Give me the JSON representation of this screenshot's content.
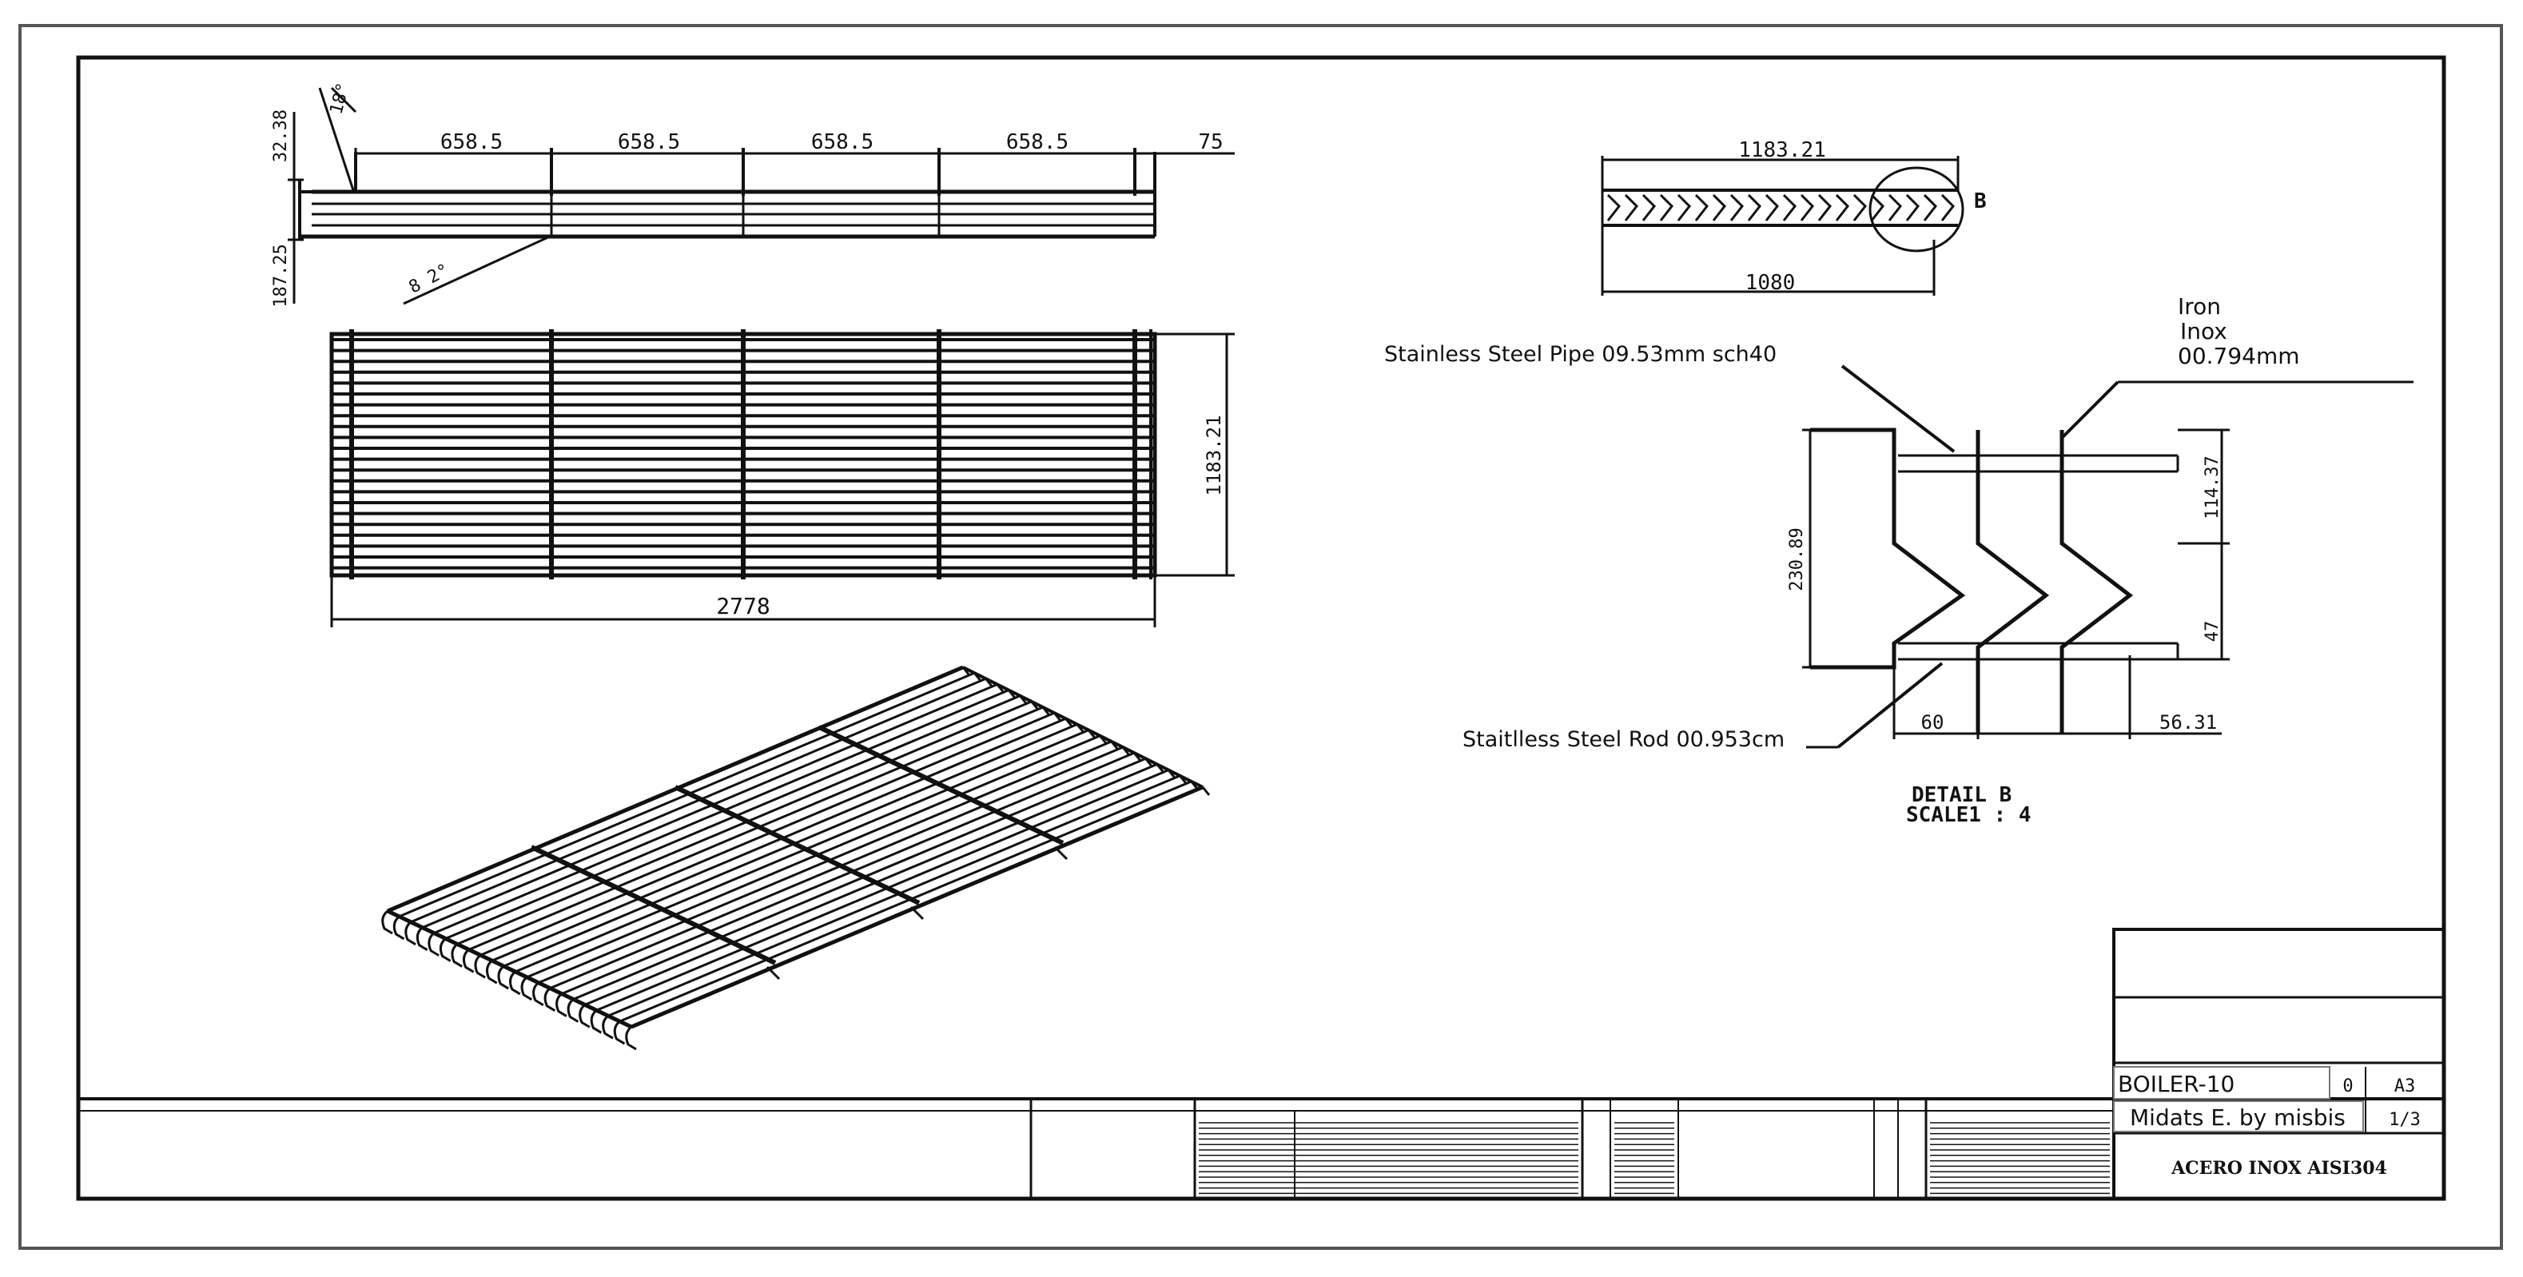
{
  "top_view": {
    "segments": [
      "658.5",
      "658.5",
      "658.5",
      "658.5"
    ],
    "end_offset": "75",
    "left_top": "32.38",
    "left_bottom": "187.25",
    "angle_top": "18°",
    "angle_bottom": "8 2°"
  },
  "plan_view": {
    "length": "2778",
    "width": "1183.21"
  },
  "side_view": {
    "top_dim": "1183.21",
    "bottom_dim": "1080",
    "detail_marker": "B"
  },
  "detail": {
    "label_pipe": "Stainless Steel Pipe 09.53mm sch40",
    "label_iron_1": "Iron",
    "label_iron_2": "Inox",
    "label_iron_3": "00.794mm",
    "label_rod": "Staitlless Steel Rod 00.953cm",
    "dim_left": "230.89",
    "dim_right_top": "114.37",
    "dim_right_bottom": "47",
    "dim_bottom_left": "60",
    "dim_bottom_right": "56.31",
    "caption_1": "DETAIL B",
    "caption_2": "SCALE1 : 4"
  },
  "title_block": {
    "drawing_name": "BOILER-10",
    "revision": "0",
    "sheet_size": "A3",
    "author": "Midats E. by misbis",
    "sheet_number": "1/3",
    "material": "ACERO INOX AISI304"
  }
}
